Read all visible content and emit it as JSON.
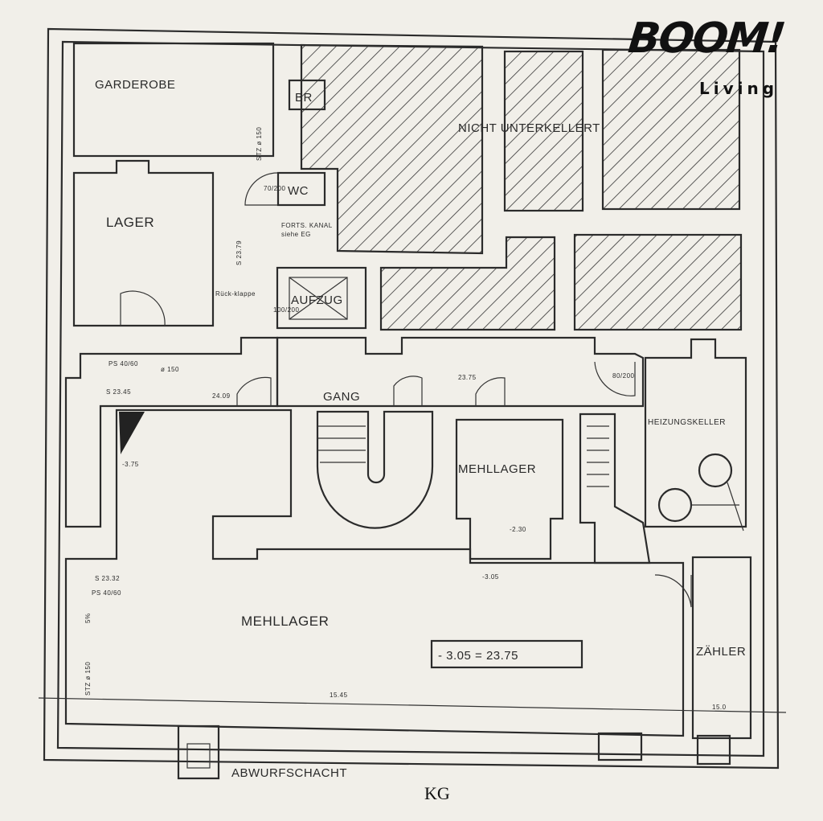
{
  "brand": {
    "name": "BOOM!",
    "tagline": "Living"
  },
  "floor_label": "KG",
  "rooms": {
    "garderobe": "GARDEROBE",
    "br": "BR",
    "wc": "WC",
    "lager": "LAGER",
    "aufzug": "AUFZUG",
    "gang": "GANG",
    "mehllager_small": "MEHLLAGER",
    "mehllager_big": "MEHLLAGER",
    "heizungskeller": "HEIZUNGSKELLER",
    "zaehler": "ZÄHLER",
    "nicht_unterkellert": "NICHT UNTERKELLERT",
    "abwurfschacht": "ABWURFSCHACHT"
  },
  "annotations": {
    "level_box": "- 3.05 = 23.75",
    "fortskanal": "FORTS. KANAL",
    "fortskanal_sub": "siehe EG",
    "ps_top": "PS 40/60",
    "ps_bottom": "PS 40/60",
    "pipe_150": "ø 150",
    "s_2345": "S 23.45",
    "s_2332": "S 23.32",
    "s_2379": "S 23.79",
    "stz_150_top": "STZ ø 150",
    "stz_150_bottom": "STZ ø 150",
    "lvl_2375": "23.75",
    "lvl_2409": "24.09",
    "lvl_375": "-3.75",
    "lvl_305": "-3.05",
    "lvl_230": "-2.30",
    "dim_1545": "15.45",
    "dim_150": "15.0",
    "door_80_200": "80/200",
    "door_70_200": "70/200",
    "door_100_200": "100/200",
    "ruck_klappe": "Rück-klappe",
    "slope": "5%"
  }
}
